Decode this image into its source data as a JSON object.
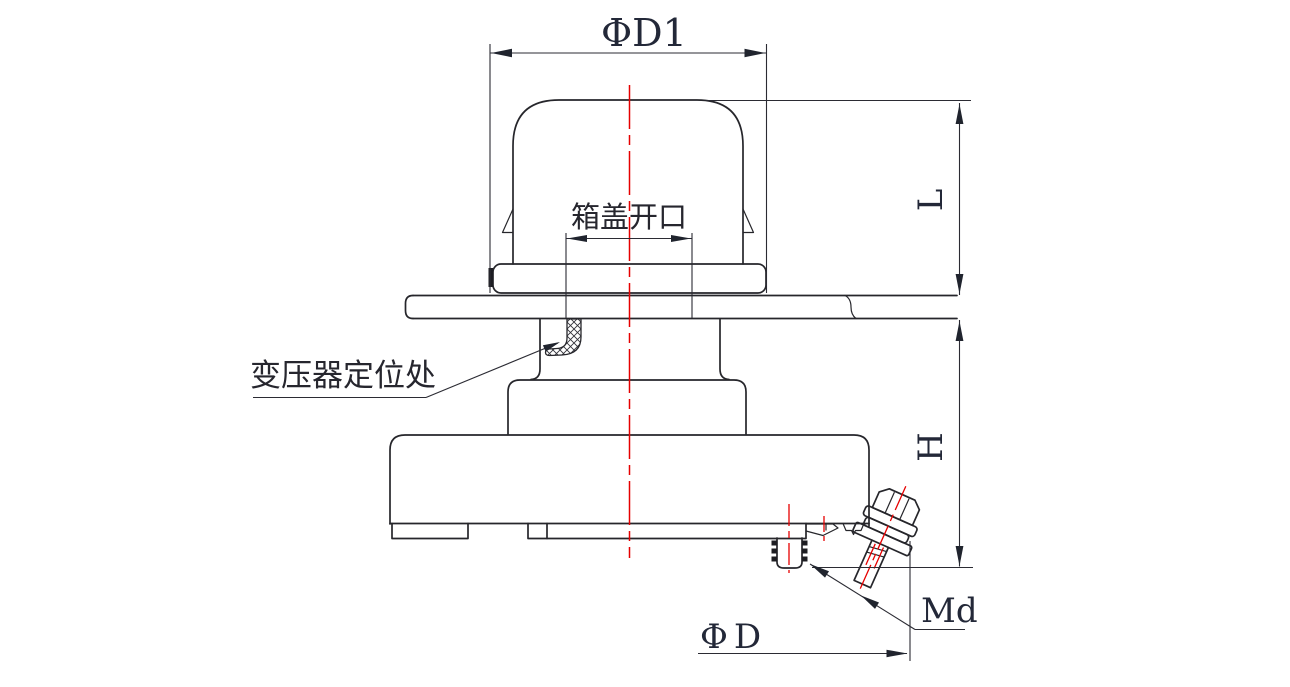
{
  "drawing": {
    "type": "technical-engineering-drawing",
    "subject": "transformer bushing cross-section with dimension callouts",
    "labels": {
      "phi_d1": "ΦD1",
      "cover_opening": "箱盖开口",
      "transformer_position": "变压器定位处",
      "length": "L",
      "height": "H",
      "thread": "Md",
      "phi_d": "ΦD"
    },
    "colors": {
      "outline": "#26262b",
      "dimension": "#2b2b33",
      "centerline": "#e60000",
      "text": "#232838",
      "background": "#ffffff"
    }
  }
}
